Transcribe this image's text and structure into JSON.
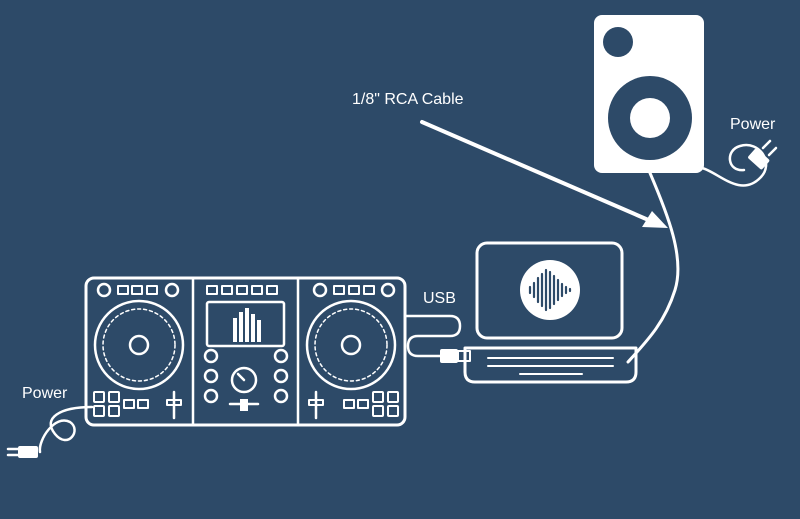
{
  "colors": {
    "background": "#2d4a68",
    "line": "#ffffff"
  },
  "labels": {
    "rca_cable": "1/8\" RCA Cable",
    "power_speaker": "Power",
    "usb": "USB",
    "power_controller": "Power"
  },
  "icons": {
    "speaker": "speaker-icon",
    "laptop": "laptop-icon",
    "dj_controller": "dj-controller-icon",
    "software_logo": "vinyl-waveform-logo-icon",
    "plug": "power-plug-icon",
    "usb_plug": "usb-plug-icon",
    "arrow": "arrow-icon"
  }
}
